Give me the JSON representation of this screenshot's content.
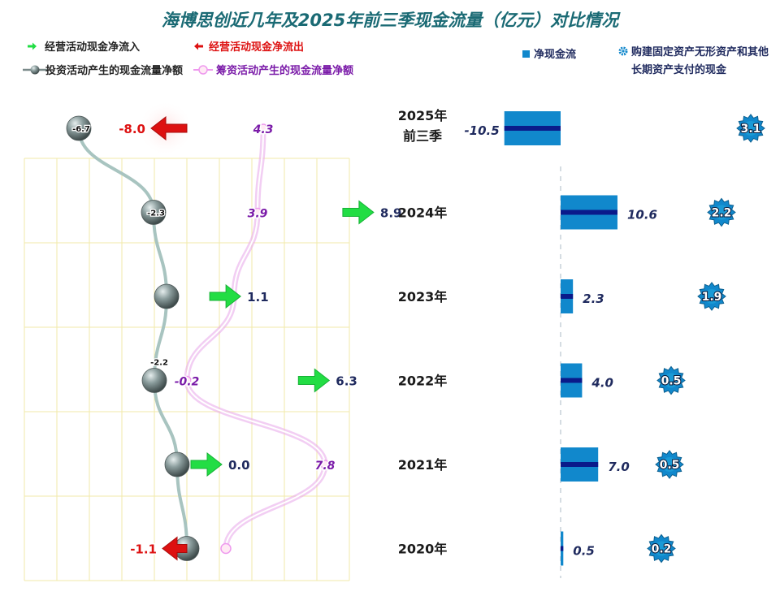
{
  "title": "海博思创近几年及2025年前三季现金流量（亿元）对比情况",
  "legend_left": [
    {
      "label": "经营活动现金净流入",
      "color": "#22dd44",
      "icon": "right-arrow-icon"
    },
    {
      "label": "经营活动现金净流出",
      "color": "#dd1111",
      "icon": "left-arrow-icon"
    },
    {
      "label": "投资活动产生的现金流量净额",
      "color": "#7a8a8a",
      "icon": "sphere-icon"
    },
    {
      "label": "筹资活动产生的现金流量净额",
      "color": "#ee99ee",
      "icon": "ring-icon"
    }
  ],
  "legend_right": [
    {
      "label": "净现金流",
      "color": "#1188cc",
      "icon": "square-icon"
    },
    {
      "label_lines": [
        "购建固定资产无形资产和其他",
        "长期资产支付的现金"
      ],
      "color": "#1188cc",
      "icon": "gear-icon"
    }
  ],
  "colors": {
    "title": "#1a6a74",
    "inflow": "#22dd44",
    "outflow": "#dd1111",
    "investing_line": "#a8c4c0",
    "financing": "#e8a6ea",
    "financing_text": "#7a1aa8",
    "bar": "#1188cc",
    "bar_line": "#0a1a8a",
    "navy_text": "#1f2a5e",
    "grid": "#f2eaa8"
  },
  "chart_data": {
    "type": "mixed",
    "categories": [
      "2025年前三季",
      "2024年",
      "2023年",
      "2022年",
      "2021年",
      "2020年"
    ],
    "category_label_lines": [
      [
        "2025年",
        "前三季"
      ],
      [
        "2024年"
      ],
      [
        "2023年"
      ],
      [
        "2022年"
      ],
      [
        "2021年"
      ],
      [
        "2020年"
      ]
    ],
    "series": [
      {
        "name": "经营活动现金净流入/流出",
        "values": [
          -8.0,
          8.9,
          1.1,
          6.3,
          0.0,
          -1.1
        ],
        "labels": [
          "-8.0",
          "8.9",
          "1.1",
          "6.3",
          "0.0",
          "-1.1"
        ]
      },
      {
        "name": "投资活动产生的现金流量净额",
        "values": [
          -6.7,
          -2.3,
          null,
          -2.2,
          null,
          null
        ],
        "labels": [
          "-6.7",
          "-2.3",
          "",
          "-2.2",
          "",
          ""
        ]
      },
      {
        "name": "筹资活动产生的现金流量净额",
        "values": [
          4.3,
          3.9,
          1.1,
          -0.2,
          7.8,
          null
        ],
        "labels": [
          "4.3",
          "3.9",
          "",
          "-0.2",
          "7.8",
          ""
        ]
      },
      {
        "name": "净现金流",
        "values": [
          -10.5,
          10.6,
          2.3,
          4.0,
          7.0,
          0.5
        ],
        "labels": [
          "-10.5",
          "10.6",
          "2.3",
          "4.0",
          "7.0",
          "0.5"
        ]
      },
      {
        "name": "购建固定资产无形资产和其他长期资产支付的现金",
        "values": [
          3.1,
          2.2,
          1.9,
          0.5,
          0.5,
          0.2
        ],
        "labels": [
          "3.1",
          "2.2",
          "1.9",
          "0.5",
          "0.5",
          "0.2"
        ]
      }
    ]
  }
}
